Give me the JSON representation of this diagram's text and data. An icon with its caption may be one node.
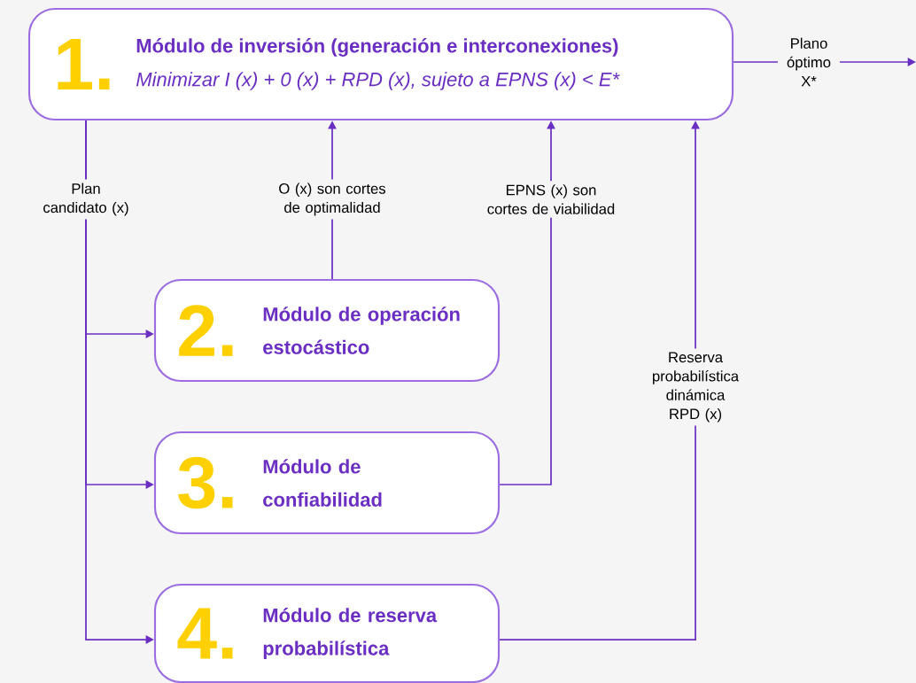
{
  "diagram": {
    "nodes": [
      {
        "text": [
          "1.",
          "Módulo de inversión (generación e interconexiones)",
          "Minimizar I (x) + 0 (x) + RPD (x), sujeto a EPNS (x) < E*"
        ]
      },
      {
        "text": [
          "2.",
          "Módulo de operación estocástico"
        ]
      },
      {
        "text": [
          "3.",
          "Módulo de confiabilidad"
        ]
      },
      {
        "text": [
          "4.",
          "Módulo de reserva probabilística"
        ]
      }
    ],
    "edges": [
      {
        "from": 0,
        "to": 1,
        "arrow": "to",
        "label": "Plan candidato (x)"
      },
      {
        "from": 0,
        "to": 2,
        "arrow": "to"
      },
      {
        "from": 0,
        "to": 3,
        "arrow": "to"
      },
      {
        "from": 1,
        "to": 0,
        "arrow": "to",
        "label": "O (x) son cortes de optimalidad"
      },
      {
        "from": 2,
        "to": 0,
        "arrow": "to",
        "label": "EPNS (x) son cortes de viabilidad"
      },
      {
        "from": 3,
        "to": 0,
        "arrow": "to",
        "label": "Reserva probabilística dinámica RPD (x)"
      },
      {
        "from": 0,
        "to": null,
        "arrow": "to",
        "label": "Plano óptimo X*"
      }
    ]
  }
}
